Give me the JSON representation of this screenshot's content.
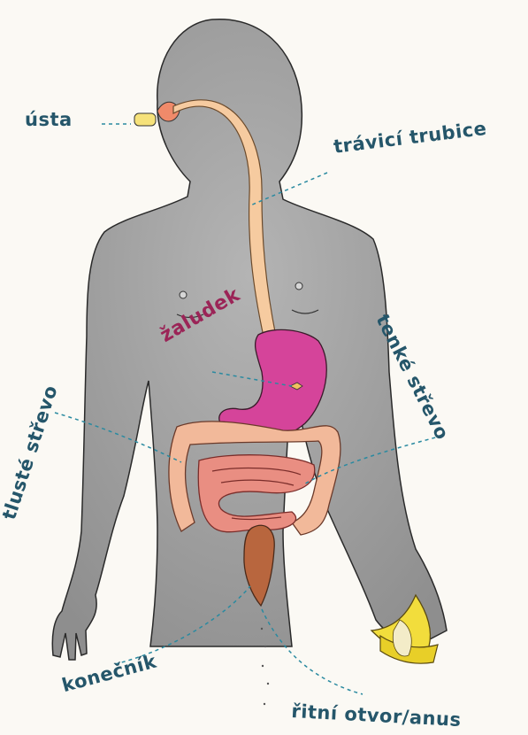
{
  "labels": {
    "mouth": "ústa",
    "esophagus": "trávicí trubice",
    "stomach": "žaludek",
    "small_intestine": "tenké střevo",
    "large_intestine": "tlusté střevo",
    "rectum": "konečník",
    "anus": "řitní otvor/anus"
  },
  "colors": {
    "label_text": "#25566a",
    "stomach_label_text": "#9b2457",
    "leader_lines": "#2a8aa0",
    "body": "#9c9c9c",
    "esophagus": "#f6cba0",
    "stomach": "#d5449a",
    "large_intestine": "#f2b99a",
    "small_intestine": "#e98e82",
    "rectum": "#b8663e",
    "banana": "#f2dd3c"
  }
}
